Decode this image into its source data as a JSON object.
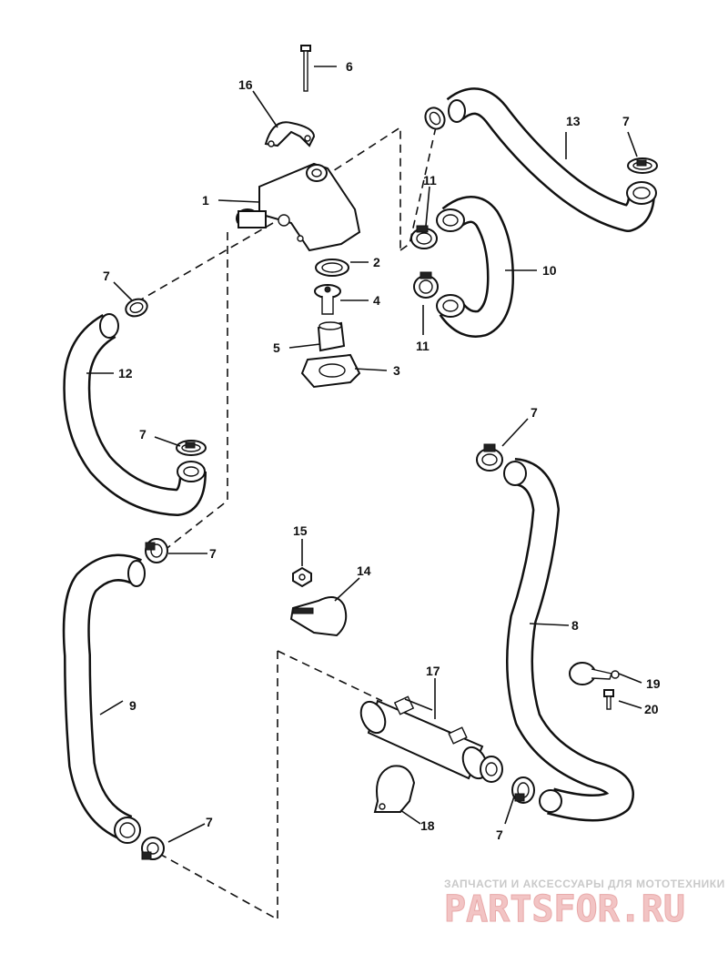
{
  "callouts": {
    "c1": "1",
    "c2": "2",
    "c3": "3",
    "c4": "4",
    "c5": "5",
    "c6": "6",
    "c7a": "7",
    "c7b": "7",
    "c7c": "7",
    "c7d": "7",
    "c7e": "7",
    "c7f": "7",
    "c7g": "7",
    "c8": "8",
    "c9": "9",
    "c10": "10",
    "c11a": "11",
    "c11b": "11",
    "c12": "12",
    "c13": "13",
    "c14": "14",
    "c15": "15",
    "c16": "16",
    "c17": "17",
    "c18": "18",
    "c19": "19",
    "c20": "20"
  },
  "watermark": {
    "tagline": "ЗАПЧАСТИ И АКСЕССУАРЫ ДЛЯ МОТОТЕХНИКИ",
    "brand": "PARTSFOR.RU"
  }
}
